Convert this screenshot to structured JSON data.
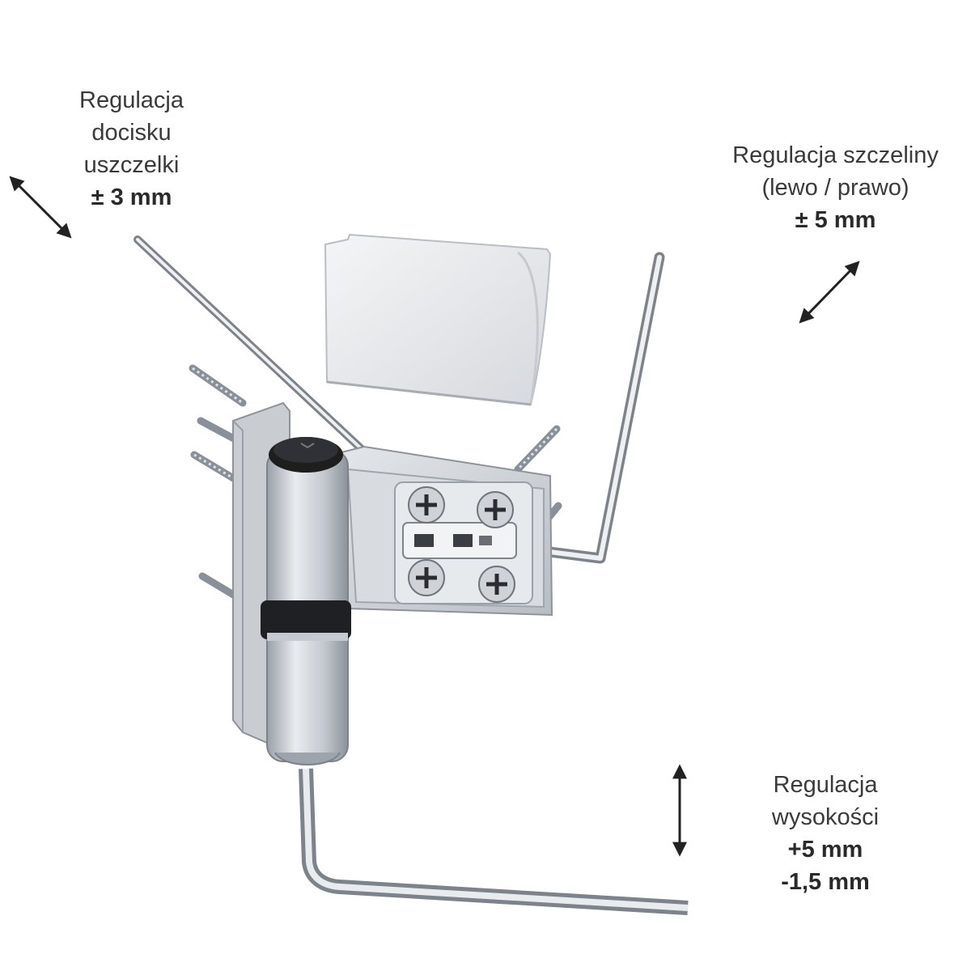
{
  "labels": {
    "seal": {
      "line1": "Regulacja",
      "line2": "docisku",
      "line3": "uszczelki",
      "value": "± 3 mm"
    },
    "gap": {
      "line1": "Regulacja szczeliny",
      "line2": "(lewo / prawo)",
      "value": "± 5 mm"
    },
    "height": {
      "line1": "Regulacja",
      "line2": "wysokości",
      "value_plus": "+5 mm",
      "value_minus": "-1,5 mm"
    }
  },
  "colors": {
    "text": "#3a3a3a",
    "metal": "#c8cdd3",
    "metal_dark": "#8a9099",
    "black": "#1e1e1e",
    "arrow": "#222222"
  }
}
